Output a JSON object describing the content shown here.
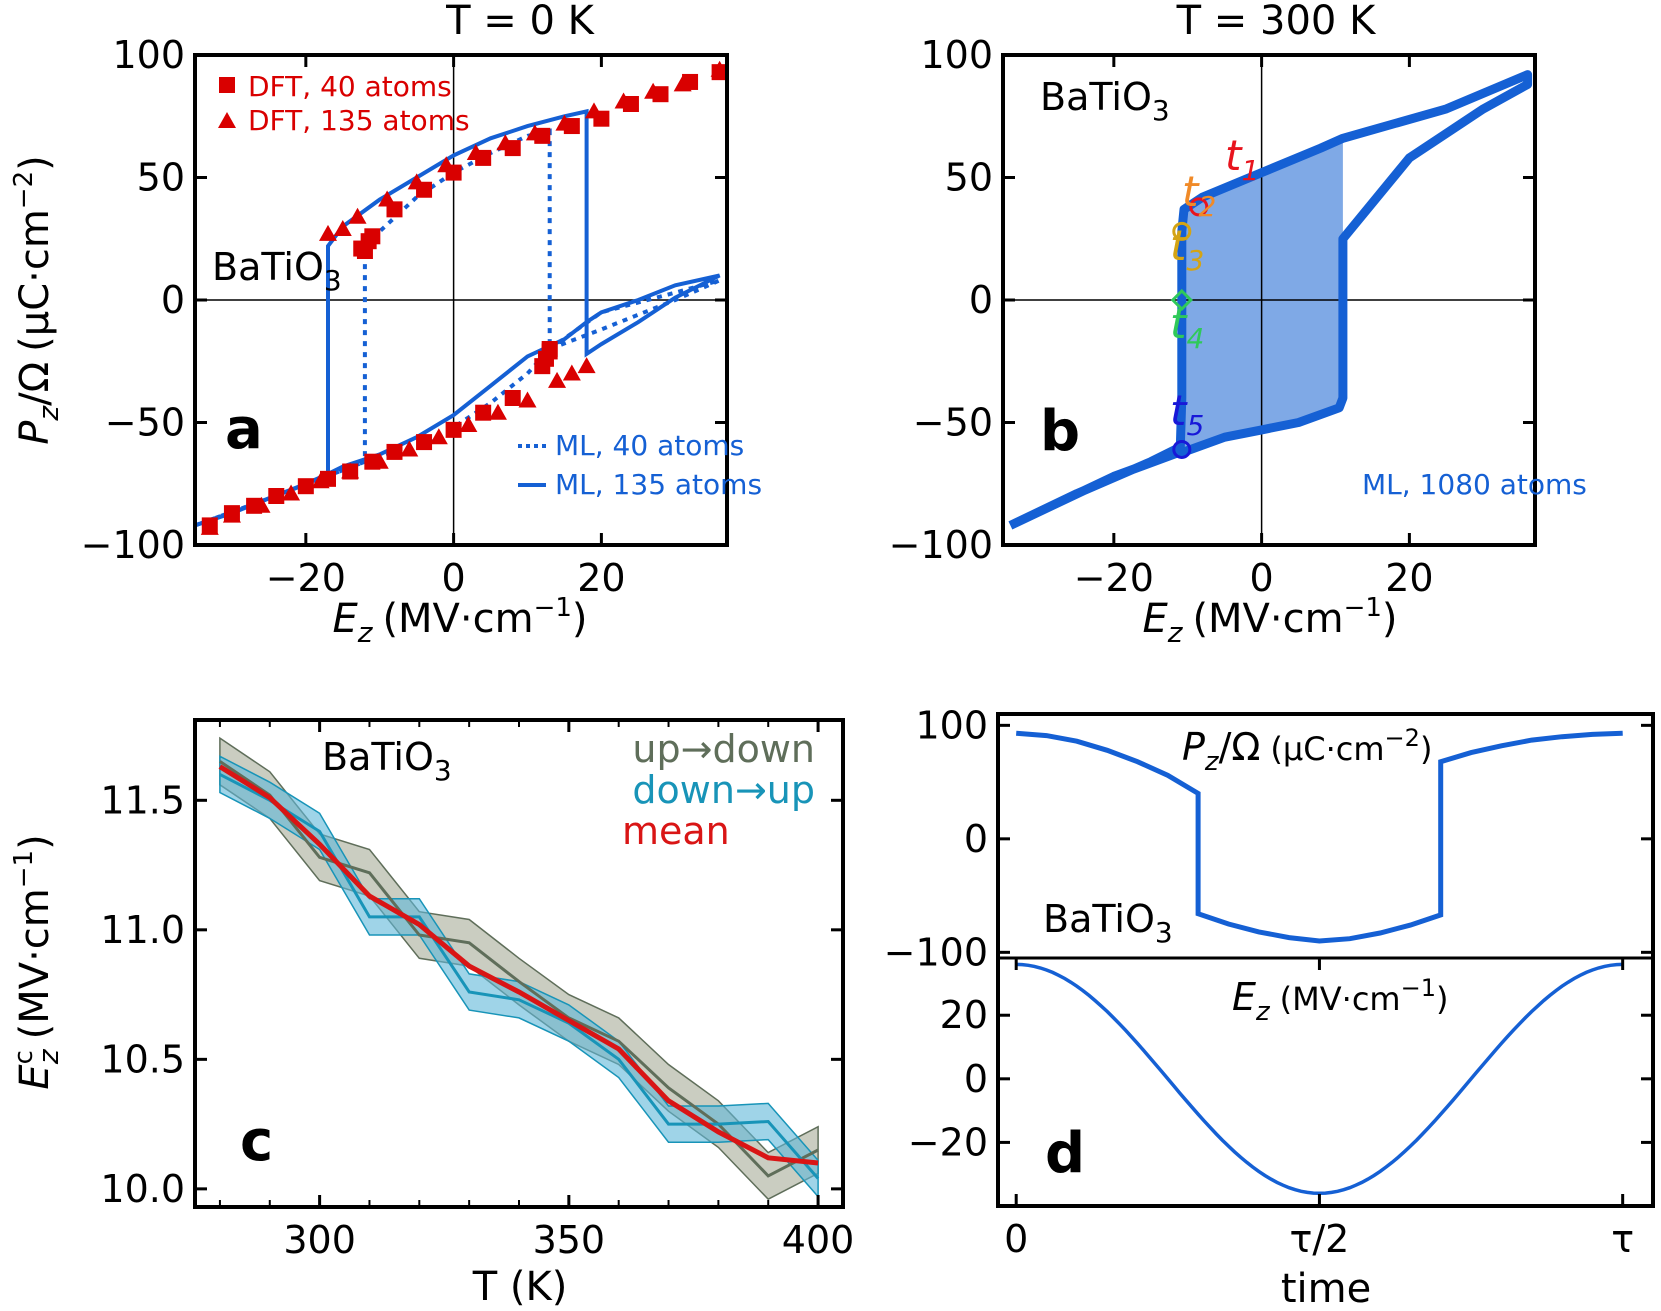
{
  "colors": {
    "dft": "#d90000",
    "ml": "#1560d4",
    "ml_fill": "#7fa9e6",
    "updown": "#5f6e5a",
    "updown_fill": "#a6ab98",
    "downup": "#1894b8",
    "downup_fill": "#5fb8d8",
    "mean": "#d91515",
    "t1": "#e8141e",
    "t2": "#f08a28",
    "t3": "#d4a414",
    "t4": "#2fc95a",
    "t5": "#1818d8"
  },
  "chart_data": [
    {
      "id": "a",
      "type": "line",
      "panel_label": "a",
      "title": "T = 0 K",
      "xlabel_symbol": "E",
      "xlabel_sub": "z",
      "xlabel_unit": "(MV·cm",
      "xlabel_unit_exp": "−1",
      "xlabel_unit_close": ")",
      "ylabel_symbol": "P",
      "ylabel_sub": "z",
      "ylabel_mid": "/Ω",
      "ylabel_unit": "(μC·cm",
      "ylabel_unit_exp": "−2",
      "ylabel_unit_close": ")",
      "material_base": "BaTiO",
      "material_sub": "3",
      "xlim": [
        -35,
        37
      ],
      "ylim": [
        -100,
        100
      ],
      "xticks": [
        -20,
        0,
        20
      ],
      "xtick_labels": [
        "−20",
        "0",
        "20"
      ],
      "yticks": [
        -100,
        -50,
        0,
        50,
        100
      ],
      "ytick_labels": [
        "−100",
        "−50",
        "0",
        "50",
        "100"
      ],
      "grid": false,
      "zero_lines": true,
      "legend_top": [
        "DFT, 40 atoms",
        "DFT, 135 atoms"
      ],
      "legend_bottom": [
        "ML, 40 atoms",
        "ML, 135 atoms"
      ],
      "series": [
        {
          "name": "ML, 135 atoms",
          "style": "solid",
          "x": [
            -35,
            -30,
            -25,
            -20,
            -17,
            -17,
            -17,
            -15,
            -10,
            -5,
            0,
            5,
            10,
            15,
            18,
            18,
            18,
            20,
            25,
            30,
            36,
            30,
            25,
            20,
            18,
            15,
            10,
            5,
            0,
            -5,
            -10,
            -15,
            -17,
            -20,
            -25,
            -30,
            -35
          ],
          "y": [
            -92,
            -87,
            -81,
            -75,
            -71,
            -30,
            22,
            30,
            41,
            50,
            59,
            66,
            71,
            75,
            77,
            50,
            -22,
            -18,
            -9,
            1,
            10,
            6,
            0,
            -5,
            -9,
            -16,
            -23,
            -35,
            -47,
            -56,
            -63,
            -68,
            -71,
            -75,
            -81,
            -87,
            -92
          ]
        },
        {
          "name": "ML, 40 atoms",
          "style": "dotted",
          "x": [
            -35,
            -25,
            -12,
            -12,
            -12,
            -10,
            -5,
            0,
            5,
            10,
            13,
            13,
            13,
            20,
            30,
            36,
            30,
            20,
            13,
            10,
            5,
            0,
            -5,
            -12,
            -25,
            -35
          ],
          "y": [
            -92,
            -81,
            -66,
            -40,
            20,
            28,
            42,
            52,
            60,
            67,
            69,
            40,
            -20,
            -12,
            0,
            8,
            3,
            -5,
            -20,
            -30,
            -42,
            -52,
            -60,
            -66,
            -81,
            -92
          ]
        },
        {
          "name": "DFT, 40 atoms",
          "marker": "square",
          "x": [
            -33,
            -30,
            -27,
            -24,
            -20,
            -17,
            -14,
            -11,
            -8,
            -4,
            0,
            4,
            8,
            12,
            12.5,
            13,
            13,
            -12,
            -12.5,
            -11.5,
            -11,
            -8,
            -4,
            0,
            4,
            8,
            12,
            16,
            20,
            24,
            28,
            32,
            36
          ],
          "y": [
            -92,
            -87,
            -84,
            -80,
            -76,
            -73,
            -70,
            -66,
            -62,
            -58,
            -53,
            -46,
            -40,
            -27,
            -24,
            -21,
            -20,
            20,
            21,
            24,
            26,
            37,
            45,
            52,
            58,
            62,
            67,
            71,
            74,
            80,
            84,
            89,
            93
          ]
        },
        {
          "name": "DFT, 135 atoms",
          "marker": "triangle",
          "x": [
            -33,
            -30,
            -26,
            -22,
            -18,
            -14,
            -10,
            -6,
            -2,
            2,
            6,
            10,
            14,
            16,
            18,
            -17,
            -15,
            -13,
            -9,
            -5,
            -1,
            3,
            7,
            11,
            15,
            19,
            23,
            27,
            31,
            36
          ],
          "y": [
            -93,
            -88,
            -84,
            -79,
            -74,
            -70,
            -66,
            -61,
            -56,
            -51,
            -46,
            -41,
            -33,
            -30,
            -27,
            27,
            29,
            34,
            41,
            48,
            55,
            60,
            64,
            68,
            72,
            77,
            81,
            85,
            88,
            94
          ]
        }
      ]
    },
    {
      "id": "b",
      "type": "area",
      "panel_label": "b",
      "title": "T = 300 K",
      "xlabel_symbol": "E",
      "xlabel_sub": "z",
      "xlabel_unit": "(MV·cm",
      "xlabel_unit_exp": "−1",
      "xlabel_unit_close": ")",
      "material_base": "BaTiO",
      "material_sub": "3",
      "legend_text": "ML, 1080 atoms",
      "xlim": [
        -35,
        37
      ],
      "ylim": [
        -100,
        100
      ],
      "xticks": [
        -20,
        0,
        20
      ],
      "xtick_labels": [
        "−20",
        "0",
        "20"
      ],
      "yticks": [
        -100,
        -50,
        0,
        50,
        100
      ],
      "ytick_labels": [
        "−100",
        "−50",
        "0",
        "50",
        "100"
      ],
      "grid": false,
      "zero_lines": true,
      "series": [
        {
          "name": "ML, 1080 atoms",
          "x": [
            -34,
            -25,
            -15,
            -11,
            -10.8,
            -10.8,
            -10.8,
            -10.5,
            -8,
            0,
            8,
            11,
            25,
            36,
            36,
            30,
            20,
            11,
            11,
            11,
            10.5,
            5,
            0,
            -5,
            -10.5,
            -11,
            -20,
            -34
          ],
          "y": [
            -92,
            -79,
            -66,
            -60,
            -40,
            0,
            28,
            37,
            42,
            52,
            62,
            66,
            78,
            92,
            88,
            78,
            58,
            25,
            -20,
            -40,
            -44,
            -50,
            -53,
            -56,
            -62,
            -62,
            -72,
            -92
          ]
        }
      ],
      "hysteresis_fill": {
        "x": [
          -10.8,
          -10.8,
          -10.5,
          -8,
          0,
          8,
          11,
          11,
          11,
          10.5,
          5,
          0,
          -5,
          -10.5
        ],
        "y": [
          -60,
          28,
          37,
          42,
          52,
          62,
          66,
          20,
          -40,
          -44,
          -50,
          -53,
          -56,
          -61
        ]
      },
      "time_markers": [
        {
          "label": "t",
          "sub": "1",
          "x": -8.5,
          "y": 38,
          "marker": "circle"
        },
        {
          "label": "t",
          "sub": "2",
          "x": null,
          "y": null
        },
        {
          "label": "t",
          "sub": "3",
          "x": -10.8,
          "y": 28,
          "marker": "circle"
        },
        {
          "label": "t",
          "sub": "4",
          "x": -10.8,
          "y": 0,
          "marker": "diamond"
        },
        {
          "label": "t",
          "sub": "5",
          "x": -10.8,
          "y": -61,
          "marker": "circle"
        }
      ]
    },
    {
      "id": "c",
      "type": "line",
      "panel_label": "c",
      "xlabel": "T (K)",
      "ylabel_symbol": "E",
      "ylabel_sub": "z",
      "ylabel_sup": "c",
      "ylabel_unit": "(MV·cm",
      "ylabel_unit_exp": "−1",
      "ylabel_unit_close": ")",
      "material_base": "BaTiO",
      "material_sub": "3",
      "xlim": [
        275,
        405
      ],
      "ylim": [
        9.93,
        11.81
      ],
      "xticks": [
        300,
        350,
        400
      ],
      "xtick_labels": [
        "300",
        "350",
        "400"
      ],
      "yticks": [
        10.0,
        10.5,
        11.0,
        11.5
      ],
      "ytick_labels": [
        "10.0",
        "10.5",
        "11.0",
        "11.5"
      ],
      "grid": false,
      "legend": [
        "up→down",
        "down→up",
        "mean"
      ],
      "legend_placement": "top-right",
      "x": [
        280,
        290,
        300,
        310,
        320,
        330,
        340,
        350,
        360,
        370,
        380,
        390,
        400
      ],
      "series": [
        {
          "name": "up→down",
          "values": [
            11.65,
            11.52,
            11.28,
            11.22,
            10.98,
            10.95,
            10.8,
            10.66,
            10.57,
            10.39,
            10.25,
            10.05,
            10.15
          ],
          "band": 0.09
        },
        {
          "name": "down→up",
          "values": [
            11.6,
            11.5,
            11.38,
            11.05,
            11.05,
            10.76,
            10.73,
            10.64,
            10.5,
            10.25,
            10.25,
            10.26,
            10.04
          ],
          "band": 0.07
        },
        {
          "name": "mean",
          "values": [
            11.63,
            11.51,
            11.33,
            11.13,
            11.02,
            10.86,
            10.76,
            10.65,
            10.54,
            10.34,
            10.22,
            10.12,
            10.1
          ]
        }
      ]
    },
    {
      "id": "d",
      "type": "line",
      "panel_label": "d",
      "xlabel": "time",
      "material_base": "BaTiO",
      "material_sub": "3",
      "xlim": [
        -0.03,
        1.05
      ],
      "xticks": [
        0,
        0.5,
        1
      ],
      "xtick_labels": [
        "0",
        "τ/2",
        "τ"
      ],
      "grid": false,
      "top": {
        "label_symbol": "P",
        "label_sub": "z",
        "label_mid": "/Ω",
        "label_unit": "(μC·cm",
        "label_unit_exp": "−2",
        "label_unit_close": ")",
        "ylim": [
          -105,
          110
        ],
        "yticks": [
          -100,
          0,
          100
        ],
        "ytick_labels": [
          "−100",
          "0",
          "100"
        ],
        "x": [
          0,
          0.05,
          0.1,
          0.15,
          0.2,
          0.25,
          0.3,
          0.3,
          0.3,
          0.35,
          0.4,
          0.45,
          0.5,
          0.55,
          0.6,
          0.65,
          0.7,
          0.7,
          0.7,
          0.75,
          0.8,
          0.85,
          0.9,
          0.95,
          1.0
        ],
        "values": [
          93,
          91,
          86,
          78,
          68,
          56,
          40,
          -20,
          -66,
          -75,
          -82,
          -87,
          -90,
          -88,
          -83,
          -76,
          -67,
          20,
          68,
          76,
          82,
          87,
          90,
          92,
          93
        ]
      },
      "bottom": {
        "label_symbol": "E",
        "label_sub": "z",
        "label_unit": "(MV·cm",
        "label_unit_exp": "−1",
        "label_unit_close": ")",
        "ylim": [
          -40,
          38
        ],
        "yticks": [
          -20,
          0,
          20
        ],
        "ytick_labels": [
          "−20",
          "0",
          "20"
        ],
        "amplitude": 36
      }
    }
  ]
}
